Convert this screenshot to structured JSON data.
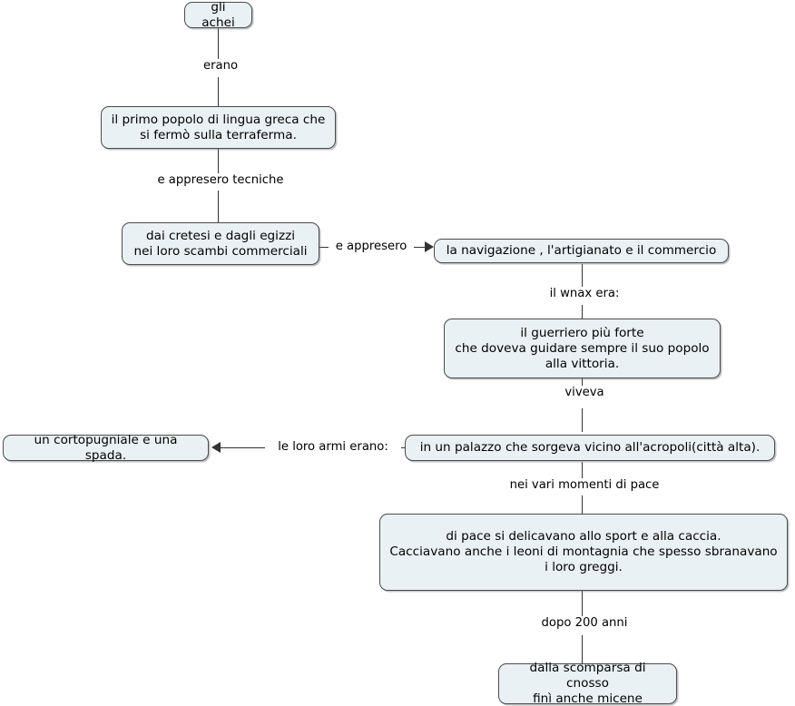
{
  "diagram": {
    "title": "gli achei",
    "type": "concept-map",
    "background_color": "#ffffff",
    "node_fill_color": "#eaf1f4",
    "node_border_color": "#4c4c4c",
    "connector_color": "#333333"
  },
  "nodes": [
    {
      "id": "achei",
      "text": "gli achei"
    },
    {
      "id": "popolo",
      "text": "il primo popolo di lingua greca che\nsi fermò sulla terraferma."
    },
    {
      "id": "cretesi",
      "text": "dai cretesi e dagli egizzi\nnei loro scambi commerciali"
    },
    {
      "id": "navigazione",
      "text": "la navigazione , l'artigianato e il commercio"
    },
    {
      "id": "guerriero",
      "text": "il guerriero più forte\nche doveva guidare sempre il suo popolo\nalla vittoria."
    },
    {
      "id": "armi",
      "text": "un cortopugniale e una spada."
    },
    {
      "id": "palazzo",
      "text": "in un palazzo che sorgeva vicino all'acropoli(città alta)."
    },
    {
      "id": "pace",
      "text": "di pace si delicavano allo sport  e alla caccia.\nCacciavano anche i leoni di montagnia che spesso sbranavano\ni loro greggi."
    },
    {
      "id": "micene",
      "text": "dalla scomparsa di cnosso\nfinì anche micene"
    }
  ],
  "links": [
    {
      "id": "l1",
      "label": "erano",
      "from": "achei",
      "to": "popolo"
    },
    {
      "id": "l2",
      "label": "e appresero tecniche",
      "from": "popolo",
      "to": "cretesi"
    },
    {
      "id": "l3",
      "label": "e appresero",
      "from": "cretesi",
      "to": "navigazione"
    },
    {
      "id": "l4",
      "label": "il wnax era:",
      "from": "navigazione",
      "to": "guerriero"
    },
    {
      "id": "l5",
      "label": "viveva",
      "from": "guerriero",
      "to": "palazzo"
    },
    {
      "id": "l6",
      "label": "le loro armi erano:",
      "from": "palazzo",
      "to": "armi"
    },
    {
      "id": "l7",
      "label": "nei vari momenti di pace",
      "from": "palazzo",
      "to": "pace"
    },
    {
      "id": "l8",
      "label": "dopo 200 anni",
      "from": "pace",
      "to": "micene"
    }
  ]
}
